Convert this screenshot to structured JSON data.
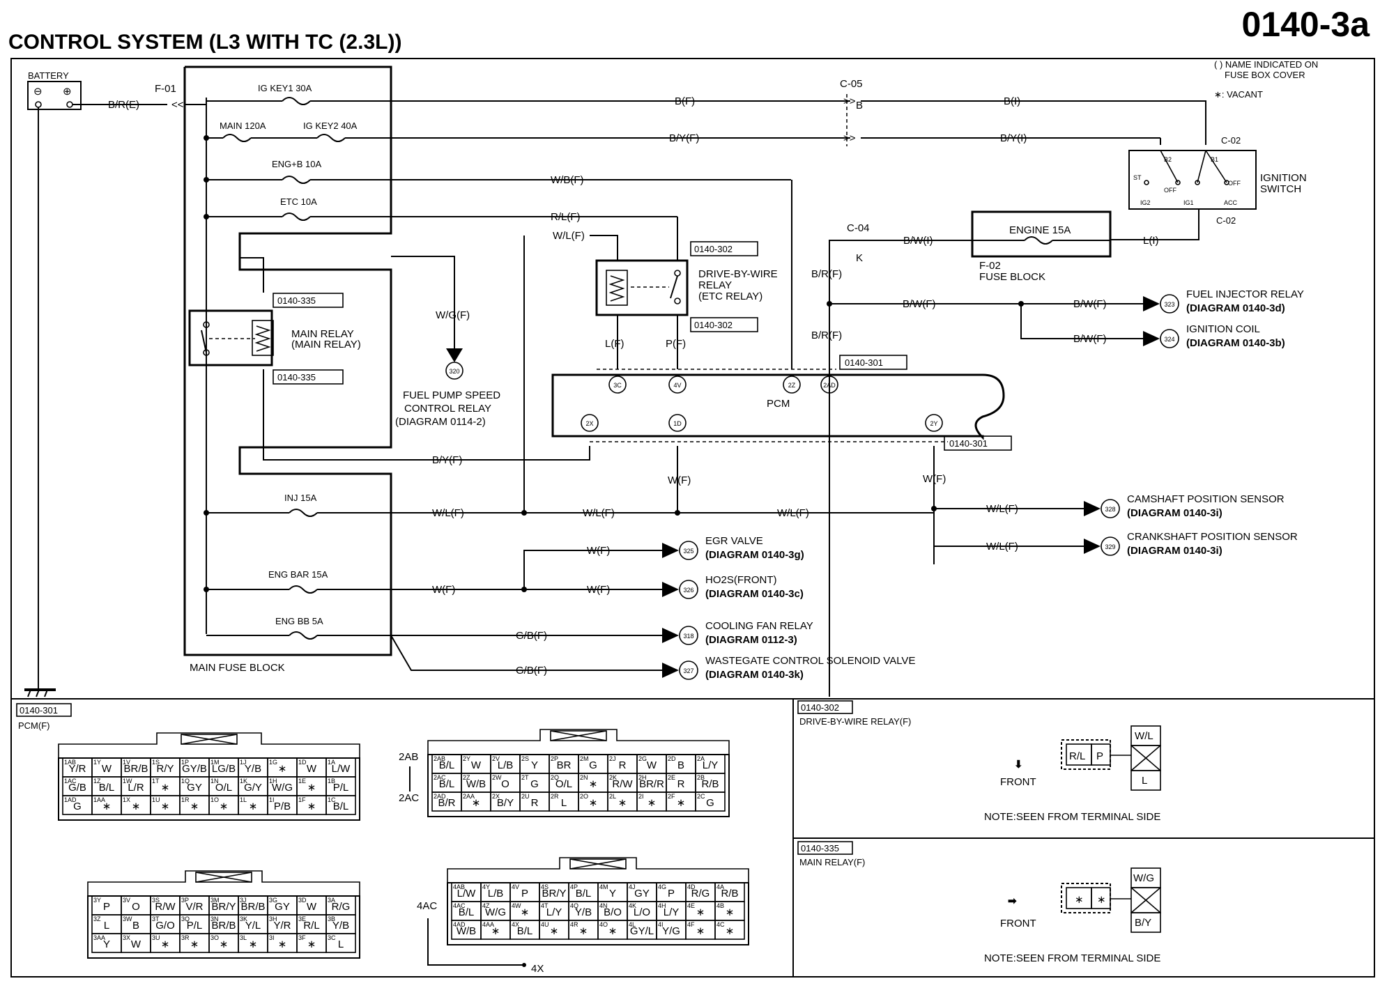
{
  "title": "CONTROL SYSTEM (L3 WITH TC (2.3L))",
  "page_number": "0140-3a",
  "legend": {
    "note1": "( ) NAME INDICATED ON",
    "note1b": "FUSE BOX COVER",
    "note2": "∗: VACANT"
  },
  "battery": "BATTERY",
  "fuses": {
    "main_block": "MAIN FUSE BLOCK",
    "f01": "F-01",
    "ig_key1": "IG KEY1 30A",
    "main120": "MAIN 120A",
    "ig_key2": "IG KEY2 40A",
    "eng_b": "ENG+B 10A",
    "etc": "ETC 10A",
    "inj": "INJ 15A",
    "eng_bar": "ENG BAR 15A",
    "eng_bb": "ENG BB 5A",
    "engine15": "ENGINE 15A",
    "f02": "F-02",
    "fuse_block": "FUSE BLOCK"
  },
  "wires": {
    "br_e": "B/R(E)",
    "b_f": "B(F)",
    "by_f": "B/Y(F)",
    "wb_f": "W/B(F)",
    "rl_f": "R/L(F)",
    "wl_f": "W/L(F)",
    "b_i": "B(I)",
    "by_i": "B/Y(I)",
    "bw_i": "B/W(I)",
    "l_i": "L(I)",
    "br_f": "B/R(F)",
    "bw_f": "B/W(F)",
    "wg_f": "W/G(F)",
    "l_f": "L(F)",
    "p_f": "P(F)",
    "w_f": "W(F)",
    "gb_f": "G/B(F)"
  },
  "connectors": {
    "c05": "C-05",
    "c05b": "B",
    "c04": "C-04",
    "c04k": "K",
    "c02": "C-02",
    "r302": "0140-302",
    "r335": "0140-335",
    "r301": "0140-301"
  },
  "components": {
    "ignition": "IGNITION",
    "switch": "SWITCH",
    "sw_b2": "B2",
    "sw_b1": "B1",
    "sw_st": "ST",
    "sw_off": "OFF",
    "sw_off2": "OFF",
    "sw_ig2": "IG2",
    "sw_ig1": "IG1",
    "sw_acc": "ACC",
    "dbw1": "DRIVE-BY-WIRE",
    "dbw2": "RELAY",
    "dbw3": "(ETC RELAY)",
    "main_relay1": "MAIN RELAY",
    "main_relay2": "(MAIN RELAY)",
    "pcm": "PCM",
    "fp1": "FUEL PUMP SPEED",
    "fp2": "CONTROL RELAY",
    "fp3": "(DIAGRAM 0114-2)"
  },
  "pcm_pins": [
    "3C",
    "4V",
    "2Z",
    "2AD",
    "2X",
    "1D",
    "2Y"
  ],
  "destinations": [
    {
      "num": "323",
      "label": "FUEL INJECTOR RELAY",
      "diag": "(DIAGRAM 0140-3d)"
    },
    {
      "num": "324",
      "label": "IGNITION COIL",
      "diag": "(DIAGRAM 0140-3b)"
    },
    {
      "num": "328",
      "label": "CAMSHAFT POSITION SENSOR",
      "diag": "(DIAGRAM 0140-3i)"
    },
    {
      "num": "329",
      "label": "CRANKSHAFT POSITION SENSOR",
      "diag": "(DIAGRAM 0140-3i)"
    },
    {
      "num": "325",
      "label": "EGR VALVE",
      "diag": "(DIAGRAM 0140-3g)"
    },
    {
      "num": "326",
      "label": "HO2S(FRONT)",
      "diag": "(DIAGRAM 0140-3c)"
    },
    {
      "num": "318",
      "label": "COOLING FAN RELAY",
      "diag": "(DIAGRAM 0112-3)"
    },
    {
      "num": "327",
      "label": "WASTEGATE CONTROL SOLENOID VALVE",
      "diag": "(DIAGRAM 0140-3k)"
    },
    {
      "num": "320",
      "label": "",
      "diag": ""
    }
  ],
  "panels": {
    "p301_ref": "0140-301",
    "p301_name": "PCM(F)",
    "p302_ref": "0140-302",
    "p302_name": "DRIVE-BY-WIRE RELAY(F)",
    "p335_ref": "0140-335",
    "p335_name": "MAIN RELAY(F)",
    "front": "FRONT",
    "note": "NOTE:SEEN FROM TERMINAL SIDE",
    "l2ab": "2AB",
    "l2ac": "2AC",
    "l4ac": "4AC",
    "l4x": "4X"
  },
  "pcm_connector_1": {
    "rows": [
      [
        [
          "1AB",
          "Y/R"
        ],
        [
          "1Y",
          "W"
        ],
        [
          "1V",
          "BR/B"
        ],
        [
          "1S",
          "R/Y"
        ],
        [
          "1P",
          "GY/B"
        ],
        [
          "1M",
          "LG/B"
        ],
        [
          "1J",
          "Y/B"
        ],
        [
          "1G",
          "∗"
        ],
        [
          "1D",
          "W"
        ],
        [
          "1A",
          "L/W"
        ]
      ],
      [
        [
          "1AC",
          "G/B"
        ],
        [
          "1Z",
          "B/L"
        ],
        [
          "1W",
          "L/R"
        ],
        [
          "1T",
          "∗"
        ],
        [
          "1Q",
          "GY"
        ],
        [
          "1N",
          "O/L"
        ],
        [
          "1K",
          "G/Y"
        ],
        [
          "1H",
          "W/G"
        ],
        [
          "1E",
          "∗"
        ],
        [
          "1B",
          "P/L"
        ]
      ],
      [
        [
          "1AD",
          "G"
        ],
        [
          "1AA",
          "∗"
        ],
        [
          "1X",
          "∗"
        ],
        [
          "1U",
          "∗"
        ],
        [
          "1R",
          "∗"
        ],
        [
          "1O",
          "∗"
        ],
        [
          "1L",
          "∗"
        ],
        [
          "1I",
          "P/B"
        ],
        [
          "1F",
          "∗"
        ],
        [
          "1C",
          "B/L"
        ]
      ]
    ]
  },
  "pcm_connector_2": {
    "rows": [
      [
        [
          "2AB",
          "B/L"
        ],
        [
          "2Y",
          "W"
        ],
        [
          "2V",
          "L/B"
        ],
        [
          "2S",
          "Y"
        ],
        [
          "2P",
          "BR"
        ],
        [
          "2M",
          "G"
        ],
        [
          "2J",
          "R"
        ],
        [
          "2G",
          "W"
        ],
        [
          "2D",
          "B"
        ],
        [
          "2A",
          "L/Y"
        ]
      ],
      [
        [
          "2AC",
          "B/L"
        ],
        [
          "2Z",
          "W/B"
        ],
        [
          "2W",
          "O"
        ],
        [
          "2T",
          "G"
        ],
        [
          "2Q",
          "O/L"
        ],
        [
          "2N",
          "∗"
        ],
        [
          "2K",
          "R/W"
        ],
        [
          "2H",
          "BR/R"
        ],
        [
          "2E",
          "R"
        ],
        [
          "2B",
          "R/B"
        ]
      ],
      [
        [
          "2AD",
          "B/R"
        ],
        [
          "2AA",
          "∗"
        ],
        [
          "2X",
          "B/Y"
        ],
        [
          "2U",
          "R"
        ],
        [
          "2R",
          "L"
        ],
        [
          "2O",
          "∗"
        ],
        [
          "2L",
          "∗"
        ],
        [
          "2I",
          "∗"
        ],
        [
          "2F",
          "∗"
        ],
        [
          "2C",
          "G"
        ]
      ]
    ]
  },
  "pcm_connector_3": {
    "rows": [
      [
        [
          "3Y",
          "P"
        ],
        [
          "3V",
          "O"
        ],
        [
          "3S",
          "R/W"
        ],
        [
          "3P",
          "V/R"
        ],
        [
          "3M",
          "BR/Y"
        ],
        [
          "3J",
          "BR/B"
        ],
        [
          "3G",
          "GY"
        ],
        [
          "3D",
          "W"
        ],
        [
          "3A",
          "R/G"
        ]
      ],
      [
        [
          "3Z",
          "L"
        ],
        [
          "3W",
          "B"
        ],
        [
          "3T",
          "G/O"
        ],
        [
          "3Q",
          "P/L"
        ],
        [
          "3N",
          "BR/B"
        ],
        [
          "3K",
          "Y/L"
        ],
        [
          "3H",
          "Y/R"
        ],
        [
          "3E",
          "R/L"
        ],
        [
          "3B",
          "Y/B"
        ]
      ],
      [
        [
          "3AA",
          "Y"
        ],
        [
          "3X",
          "W"
        ],
        [
          "3U",
          "∗"
        ],
        [
          "3R",
          "∗"
        ],
        [
          "3O",
          "∗"
        ],
        [
          "3L",
          "∗"
        ],
        [
          "3I",
          "∗"
        ],
        [
          "3F",
          "∗"
        ],
        [
          "3C",
          "L"
        ]
      ]
    ]
  },
  "pcm_connector_4": {
    "rows": [
      [
        [
          "4AB",
          "L/W"
        ],
        [
          "4Y",
          "L/B"
        ],
        [
          "4V",
          "P"
        ],
        [
          "4S",
          "BR/Y"
        ],
        [
          "4P",
          "B/L"
        ],
        [
          "4M",
          "Y"
        ],
        [
          "4J",
          "GY"
        ],
        [
          "4G",
          "P"
        ],
        [
          "4D",
          "R/G"
        ],
        [
          "4A",
          "R/B"
        ]
      ],
      [
        [
          "4AC",
          "B/L"
        ],
        [
          "4Z",
          "W/G"
        ],
        [
          "4W",
          "∗"
        ],
        [
          "4T",
          "L/Y"
        ],
        [
          "4Q",
          "Y/B"
        ],
        [
          "4N",
          "B/O"
        ],
        [
          "4K",
          "L/O"
        ],
        [
          "4H",
          "L/Y"
        ],
        [
          "4E",
          "∗"
        ],
        [
          "4B",
          "∗"
        ]
      ],
      [
        [
          "4AD",
          "W/B"
        ],
        [
          "4AA",
          "∗"
        ],
        [
          "4X",
          "B/L"
        ],
        [
          "4U",
          "∗"
        ],
        [
          "4R",
          "∗"
        ],
        [
          "4O",
          "∗"
        ],
        [
          "4L",
          "GY/L"
        ],
        [
          "4I",
          "Y/G"
        ],
        [
          "4F",
          "∗"
        ],
        [
          "4C",
          "∗"
        ]
      ]
    ]
  },
  "relay302": {
    "top": "W/L",
    "left": "R/L",
    "mid": "P",
    "bottom": "L"
  },
  "relay335": {
    "top": "W/G",
    "left": "∗",
    "mid": "∗",
    "bottom": "B/Y"
  }
}
